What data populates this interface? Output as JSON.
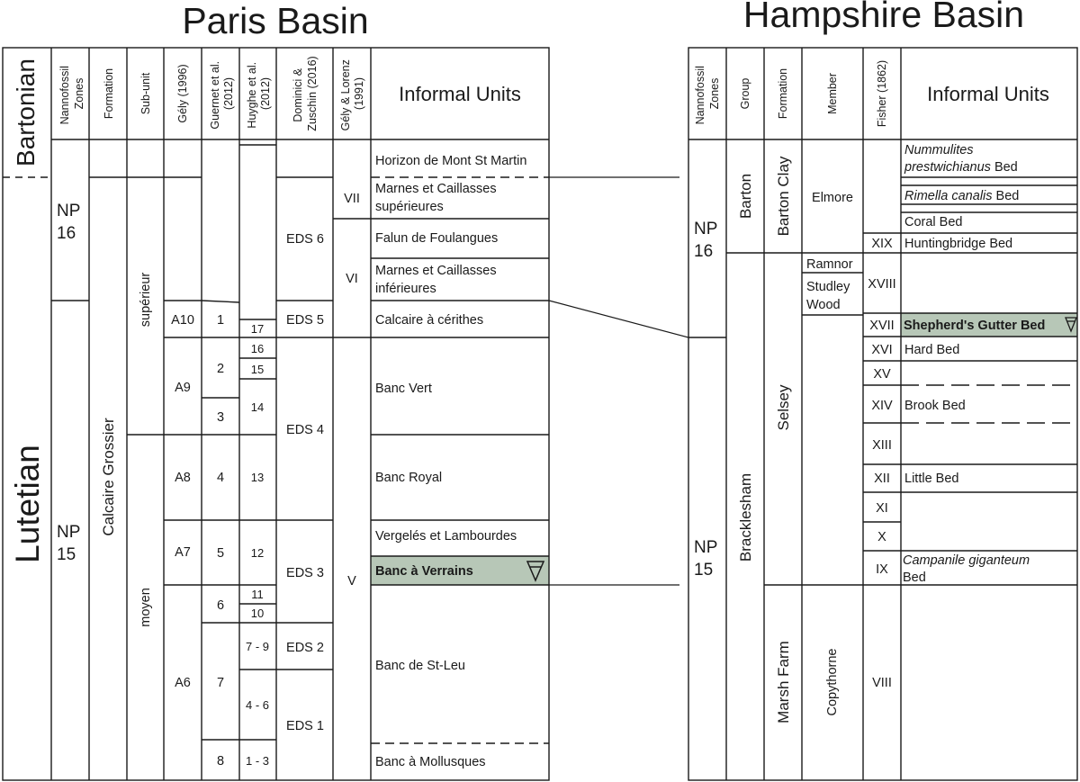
{
  "paris": {
    "title": "Paris Basin",
    "headers": {
      "nannofossil": [
        "Nannofossil",
        "Zones"
      ],
      "formation": "Formation",
      "subunit": "Sub-unit",
      "gely": "Gély (1996)",
      "guernet": [
        "Guernet et al.",
        "(2012)"
      ],
      "huyghe": [
        "Huyghe et al.",
        "(2012)"
      ],
      "dominici": [
        "Dominici &",
        "Zuschin (2016)"
      ],
      "gelylorenz": [
        "Gély & Lorenz",
        "(1991)"
      ],
      "informal": "Informal Units"
    },
    "stages": [
      "Bartonian",
      "Lutetian"
    ],
    "zones": [
      [
        "NP",
        "16"
      ],
      [
        "NP",
        "15"
      ]
    ],
    "formation": "Calcaire Grossier",
    "subunits": [
      "supérieur",
      "moyen"
    ],
    "gely": [
      "A10",
      "A9",
      "A8",
      "A7",
      "A6"
    ],
    "guernet": [
      "1",
      "2",
      "3",
      "4",
      "5",
      "6",
      "7",
      "8"
    ],
    "huyghe": [
      "17",
      "16",
      "15",
      "14",
      "13",
      "12",
      "11",
      "10",
      "7 - 9",
      "4 - 6",
      "1 - 3"
    ],
    "dominici": [
      "EDS 6",
      "EDS 5",
      "EDS 4",
      "EDS 3",
      "EDS 2",
      "EDS 1"
    ],
    "gelylorenz": [
      "VII",
      "VI",
      "V"
    ],
    "informal": {
      "mont": "Horizon de Mont St Martin",
      "marnes_sup": [
        "Marnes et Caillasses",
        "supérieures"
      ],
      "falun": "Falun de Foulangues",
      "marnes_inf": [
        "Marnes et Caillasses",
        "inférieures"
      ],
      "cerithes": "Calcaire à cérithes",
      "vert": "Banc Vert",
      "royal": "Banc Royal",
      "vergeles": "Vergelés et Lambourdes",
      "verrains": "Banc à Verrains",
      "stleu": "Banc de St-Leu",
      "mollusques": "Banc à Mollusques"
    }
  },
  "hampshire": {
    "title": "Hampshire Basin",
    "headers": {
      "nannofossil": [
        "Nannofossil",
        "Zones"
      ],
      "group": "Group",
      "formation": "Formation",
      "member": "Member",
      "fisher": "Fisher (1862)",
      "informal": "Informal Units"
    },
    "zones": [
      [
        "NP",
        "16"
      ],
      [
        "NP",
        "15"
      ]
    ],
    "groups": [
      "Barton",
      "Bracklesham"
    ],
    "formations": [
      "Barton Clay",
      "Selsey",
      "Marsh Farm"
    ],
    "members": {
      "elmore": "Elmore",
      "ramnor": "Ramnor",
      "studley": [
        "Studley",
        "Wood"
      ],
      "copythorne": "Copythorne"
    },
    "fisher": [
      "XIX",
      "XVIII",
      "XVII",
      "XVI",
      "XV",
      "XIV",
      "XIII",
      "XII",
      "XI",
      "X",
      "IX",
      "VIII"
    ],
    "informal": {
      "nummulites": [
        "Nummulites",
        "prestwichianus",
        " Bed"
      ],
      "rimella": [
        "Rimella canalis",
        " Bed"
      ],
      "coral": "Coral Bed",
      "hunting": "Huntingbridge Bed",
      "shepherd": "Shepherd's Gutter Bed",
      "hard": "Hard Bed",
      "brook": "Brook Bed",
      "little": "Little Bed",
      "campanile": [
        "Campanile giganteum",
        "Bed"
      ]
    }
  },
  "colors": {
    "highlight": "#b7c7b7",
    "line": "#1a1a1a"
  },
  "icons": {
    "shell_marker": "inverted-triangle-icon"
  }
}
